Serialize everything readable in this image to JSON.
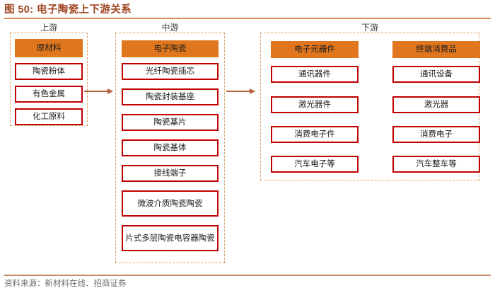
{
  "title": "图 50: 电子陶瓷上下游关系",
  "colors": {
    "title_text": "#9e4622",
    "title_rule": "#e08a50",
    "header_fill": "#e0771f",
    "item_border": "#c00000",
    "group_dash": "#d9a06a",
    "arrow": "#b5633c",
    "footer_text": "#6b6b6b"
  },
  "sections": {
    "upstream": {
      "label": "上游",
      "header": "原材料",
      "items": [
        "陶瓷粉体",
        "有色金属",
        "化工原料"
      ]
    },
    "midstream": {
      "label": "中游",
      "header": "电子陶瓷",
      "items": [
        "光纤陶瓷插芯",
        "陶瓷封装基座",
        "陶瓷基片",
        "陶瓷基体",
        "接线端子",
        "微波介质陶瓷陶瓷",
        "片式多层陶瓷电容器陶瓷"
      ]
    },
    "downstream": {
      "label": "下游",
      "columns": [
        {
          "header": "电子元器件",
          "items": [
            "通讯器件",
            "激光器件",
            "消费电子件",
            "汽车电子等"
          ]
        },
        {
          "header": "终端消费品",
          "items": [
            "通讯设备",
            "激光器",
            "消费电子",
            "汽车整车等"
          ]
        }
      ]
    }
  },
  "arrows": {
    "upstream_to_midstream": "arrow-right",
    "midstream_to_downstream": "arrow-right"
  },
  "footer": "资料来源：新材料在线、招商证券"
}
